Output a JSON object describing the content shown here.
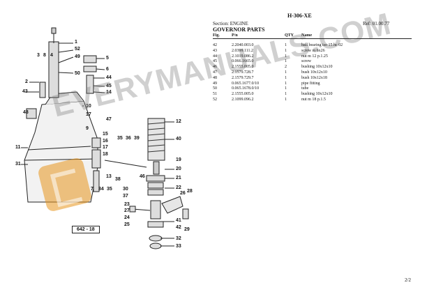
{
  "header": {
    "code": "H-306-XE",
    "section": "Section: ENGINE",
    "ref": "Ref: 01.00.77",
    "title": "GOVERNOR PARTS"
  },
  "table": {
    "headers": [
      "Fig.",
      "P/n",
      "QTY",
      "Name"
    ],
    "rows": [
      [
        "42",
        "2.2040.003.0",
        "1",
        "ball bearing iso 15 hc 02"
      ],
      [
        "43",
        "2.0399.111.2",
        "1",
        "screw m 6x26"
      ],
      [
        "44",
        "2.1019.086.2",
        "1",
        "nut m 12 p.1.25"
      ],
      [
        "45",
        "0.066.1665.0",
        "1",
        "screw"
      ],
      [
        "46",
        "2.1555.005.0",
        "2",
        "bushing 10x12x10"
      ],
      [
        "47",
        "2.1579.728.7",
        "1",
        "bush 10x12x10"
      ],
      [
        "48",
        "2.1579.729.7",
        "1",
        "bush 10x12x18"
      ],
      [
        "49",
        "0.065.1677.0/10",
        "1",
        "pipe fitting"
      ],
      [
        "50",
        "0.065.1678.0/10",
        "1",
        "tube"
      ],
      [
        "51",
        "2.1555.005.0",
        "1",
        "bushing 10x12x10"
      ],
      [
        "52",
        "2.1099.096.2",
        "1",
        "nut m 18 p.1.5"
      ]
    ]
  },
  "diagram": {
    "figure_label": "642 - 18",
    "callouts": [
      "1",
      "52",
      "49",
      "50",
      "5",
      "6",
      "44",
      "45",
      "14",
      "3",
      "8",
      "4",
      "2",
      "43",
      "10",
      "48",
      "47",
      "9",
      "15",
      "16",
      "17",
      "18",
      "11",
      "31",
      "35",
      "36",
      "39",
      "12",
      "40",
      "19",
      "20",
      "46",
      "21",
      "22",
      "30",
      "37",
      "23",
      "27",
      "24",
      "25",
      "26",
      "28",
      "41",
      "42",
      "29",
      "32",
      "33",
      "34",
      "35",
      "38",
      "7",
      "17",
      "13"
    ]
  },
  "watermark": "EVERYMANUALS.COM",
  "footer": {
    "page": "2/2"
  }
}
